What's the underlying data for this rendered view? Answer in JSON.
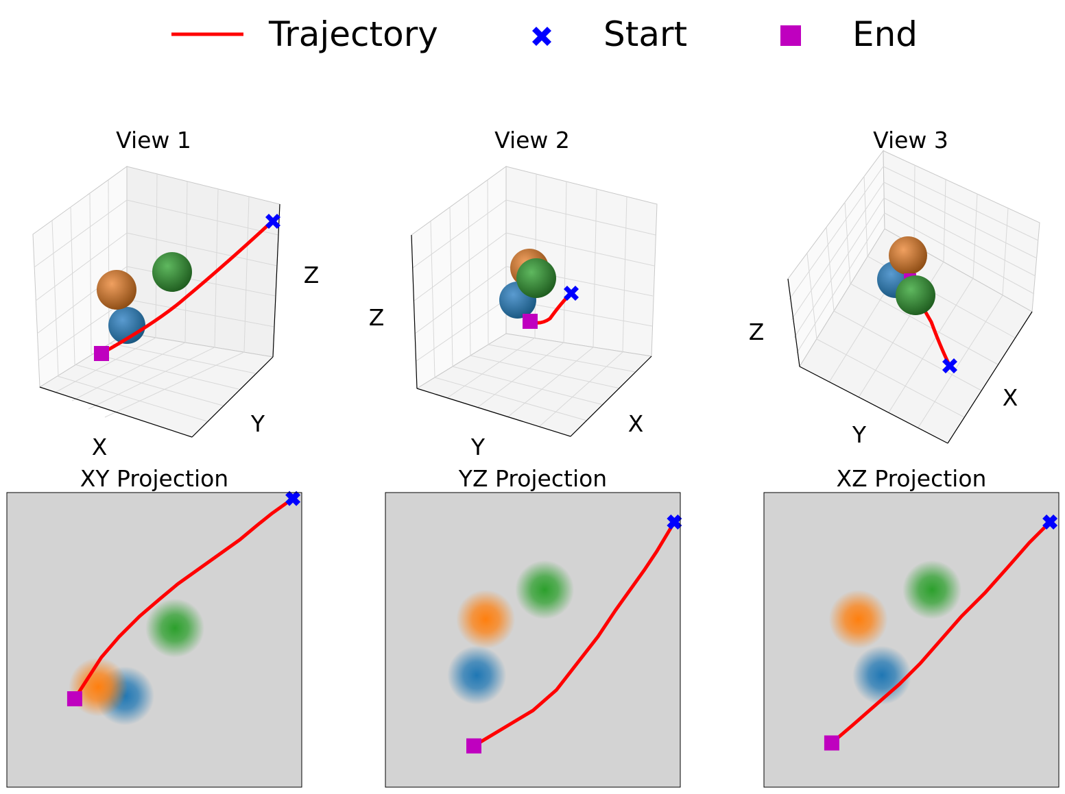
{
  "legend": {
    "trajectory_label": "Trajectory",
    "start_label": "Start",
    "end_label": "End"
  },
  "colors": {
    "trajectory": "#ff0000",
    "start": "#0000ff",
    "end": "#bf00bf",
    "obstacle_blue": "#1f77b4",
    "obstacle_orange": "#ff7f0e",
    "obstacle_green": "#2ca02c",
    "projection_bg": "#d3d3d3"
  },
  "views": [
    {
      "title": "View 1",
      "xlabel": "X",
      "ylabel": "Y",
      "zlabel": "Z"
    },
    {
      "title": "View 2",
      "xlabel": "X",
      "ylabel": "Y",
      "zlabel": "Z"
    },
    {
      "title": "View 3",
      "xlabel": "X",
      "ylabel": "Y",
      "zlabel": "Z"
    }
  ],
  "chart_data": [
    {
      "type": "scatter",
      "title": "XY Projection",
      "xlim": [
        0,
        1
      ],
      "ylim": [
        0,
        1
      ],
      "obstacles": [
        {
          "color": "blue",
          "center": [
            0.4,
            0.31
          ],
          "radius": 0.1
        },
        {
          "color": "orange",
          "center": [
            0.31,
            0.34
          ],
          "radius": 0.1
        },
        {
          "color": "green",
          "center": [
            0.57,
            0.54
          ],
          "radius": 0.1
        }
      ],
      "trajectory": [
        [
          0.97,
          0.98
        ],
        [
          0.9,
          0.93
        ],
        [
          0.85,
          0.89
        ],
        [
          0.79,
          0.84
        ],
        [
          0.72,
          0.79
        ],
        [
          0.65,
          0.74
        ],
        [
          0.58,
          0.69
        ],
        [
          0.52,
          0.64
        ],
        [
          0.45,
          0.58
        ],
        [
          0.38,
          0.51
        ],
        [
          0.32,
          0.44
        ],
        [
          0.23,
          0.3
        ]
      ],
      "start": [
        0.97,
        0.98
      ],
      "end": [
        0.23,
        0.3
      ]
    },
    {
      "type": "scatter",
      "title": "YZ Projection",
      "xlim": [
        0,
        1
      ],
      "ylim": [
        0,
        1
      ],
      "obstacles": [
        {
          "color": "blue",
          "center": [
            0.31,
            0.38
          ],
          "radius": 0.1
        },
        {
          "color": "orange",
          "center": [
            0.34,
            0.57
          ],
          "radius": 0.1
        },
        {
          "color": "green",
          "center": [
            0.54,
            0.67
          ],
          "radius": 0.1
        }
      ],
      "trajectory": [
        [
          0.98,
          0.9
        ],
        [
          0.95,
          0.85
        ],
        [
          0.92,
          0.8
        ],
        [
          0.88,
          0.74
        ],
        [
          0.83,
          0.67
        ],
        [
          0.78,
          0.6
        ],
        [
          0.72,
          0.51
        ],
        [
          0.65,
          0.42
        ],
        [
          0.58,
          0.33
        ],
        [
          0.5,
          0.26
        ],
        [
          0.4,
          0.2
        ],
        [
          0.3,
          0.14
        ]
      ],
      "start": [
        0.98,
        0.9
      ],
      "end": [
        0.3,
        0.14
      ]
    },
    {
      "type": "scatter",
      "title": "XZ Projection",
      "xlim": [
        0,
        1
      ],
      "ylim": [
        0,
        1
      ],
      "obstacles": [
        {
          "color": "blue",
          "center": [
            0.4,
            0.38
          ],
          "radius": 0.1
        },
        {
          "color": "orange",
          "center": [
            0.32,
            0.57
          ],
          "radius": 0.1
        },
        {
          "color": "green",
          "center": [
            0.57,
            0.67
          ],
          "radius": 0.1
        }
      ],
      "trajectory": [
        [
          0.97,
          0.9
        ],
        [
          0.9,
          0.83
        ],
        [
          0.83,
          0.75
        ],
        [
          0.75,
          0.66
        ],
        [
          0.67,
          0.58
        ],
        [
          0.6,
          0.5
        ],
        [
          0.53,
          0.42
        ],
        [
          0.46,
          0.35
        ],
        [
          0.38,
          0.28
        ],
        [
          0.3,
          0.21
        ],
        [
          0.23,
          0.15
        ]
      ],
      "start": [
        0.97,
        0.9
      ],
      "end": [
        0.23,
        0.15
      ]
    }
  ]
}
